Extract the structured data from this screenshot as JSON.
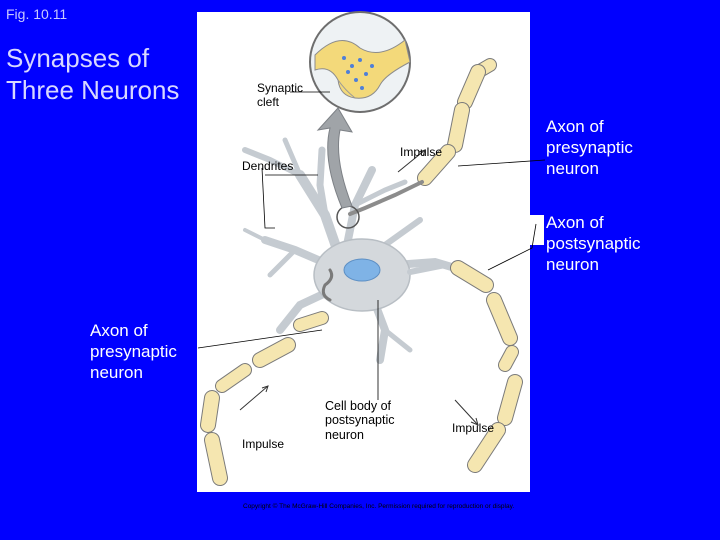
{
  "figure_label": "Fig. 10.11",
  "title": "Synapses of\nThree Neurons",
  "labels": {
    "synaptic_cleft": "Synaptic\ncleft",
    "dendrites": "Dendrites",
    "impulse_top": "Impulse",
    "axon_presynaptic_right": "Axon of\npresynaptic\nneuron",
    "axon_postsynaptic": "Axon of\npostsynaptic\nneuron",
    "axon_presynaptic_left": "Axon of\npresynaptic\nneuron",
    "impulse_bottom_left": "Impulse",
    "cell_body": "Cell body of\npostsynaptic\nneuron",
    "impulse_bottom_right": "Impulse"
  },
  "copyright": "Copyright © The McGraw-Hill Companies, Inc. Permission required for reproduction or display.",
  "colors": {
    "background": "#0000ff",
    "panel": "#ffffff",
    "axon_fill": "#f5e6b0",
    "axon_stroke": "#8c8c8c",
    "neuron_body": "#d4d8dc",
    "nucleus": "#7fb3e6",
    "synapse_fill": "#f3d97a"
  }
}
